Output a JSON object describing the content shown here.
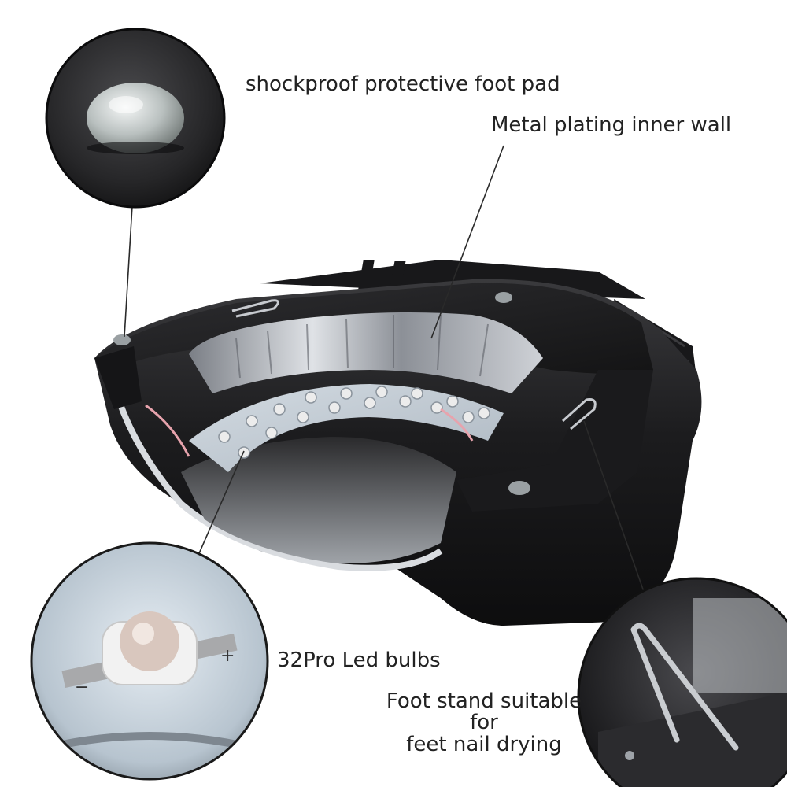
{
  "callouts": {
    "foot_pad": {
      "label": "shockproof protective foot pad"
    },
    "inner_wall": {
      "label": "Metal plating inner wall"
    },
    "led_bulbs": {
      "label": "32Pro Led bulbs"
    },
    "foot_stand": {
      "line1": "Foot stand suitable for",
      "line2": "feet nail drying"
    }
  },
  "colors": {
    "housing": "#1c1c1e",
    "housing_highlight": "#3a3a3d",
    "reflector": "#b9bcc2",
    "led_board": "#c9d4de",
    "led": "#e9e9ea",
    "label_text": "#222222",
    "leader_line": "#2a2a2a"
  }
}
